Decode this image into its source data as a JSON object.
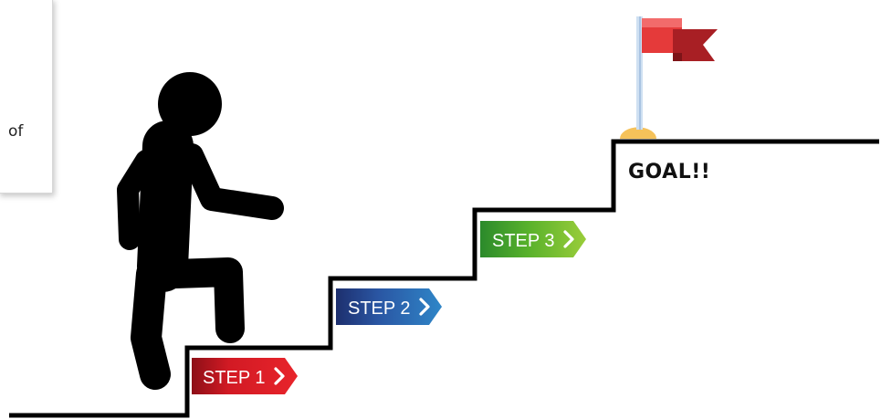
{
  "side_card": {
    "text": "of"
  },
  "goal": {
    "label": "GOAL!!"
  },
  "steps": [
    {
      "label": "STEP 1",
      "color": "#d21a24"
    },
    {
      "label": "STEP 2",
      "color": "#2a56a3"
    },
    {
      "label": "STEP 3",
      "color": "#58b12b"
    }
  ],
  "flag": {
    "color": "#e53a3a",
    "pole_color": "#cfe0f2",
    "base_color": "#f5c25a"
  },
  "figure": {
    "icon": "walking-person-icon"
  }
}
